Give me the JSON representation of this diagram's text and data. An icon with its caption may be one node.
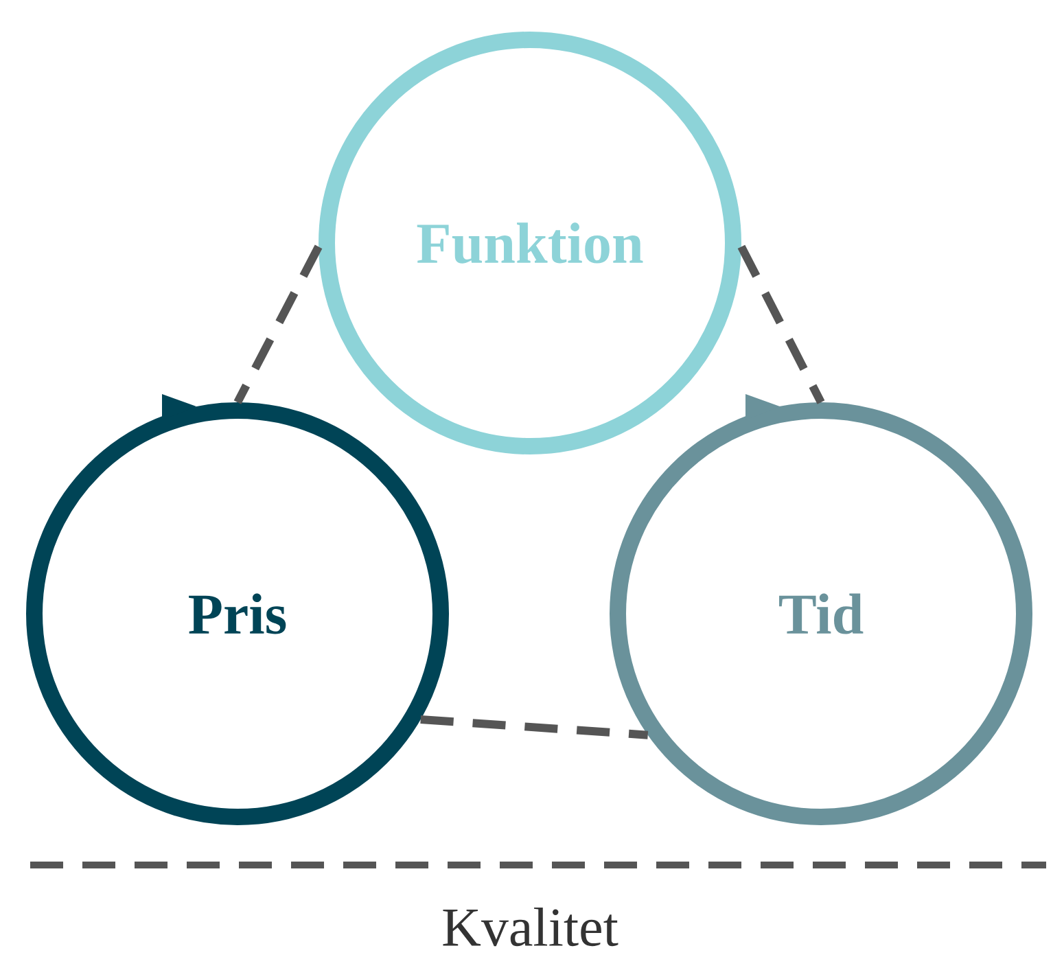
{
  "diagram": {
    "nodes": [
      {
        "text": [
          "Funktion"
        ]
      },
      {
        "text": [
          "Pris"
        ]
      },
      {
        "text": [
          "Tid"
        ]
      }
    ],
    "edges": [
      {
        "from": 0,
        "to": 1,
        "arrow": "none",
        "style": "dashed"
      },
      {
        "from": 0,
        "to": 2,
        "arrow": "none",
        "style": "dashed"
      },
      {
        "from": 1,
        "to": 2,
        "arrow": "none",
        "style": "dashed"
      }
    ],
    "labels": [
      "Kvalitet"
    ]
  }
}
